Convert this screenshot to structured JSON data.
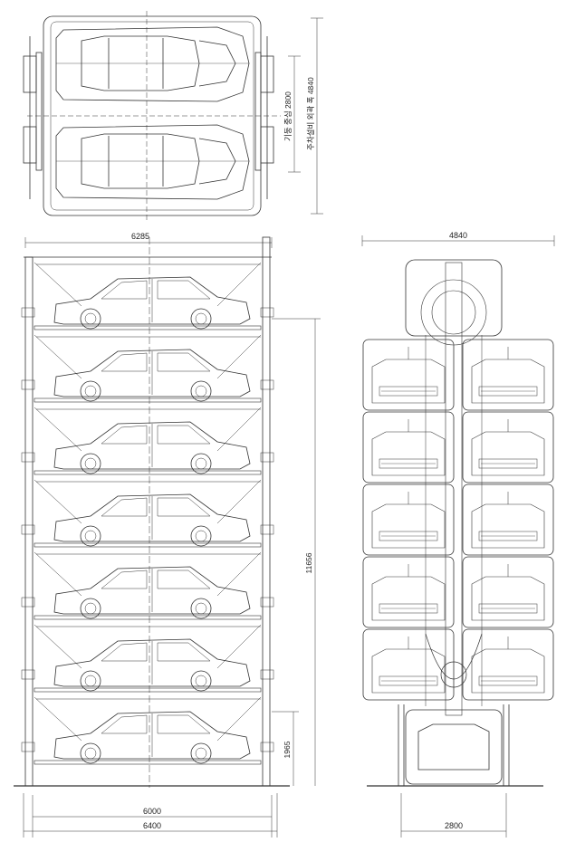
{
  "top_view": {
    "dim_vertical_label": "주차설비 외곽 폭 4840",
    "dim_inner_label": "기둥 중심 2800"
  },
  "front_view": {
    "dim_top": "6285",
    "dim_height": "11656",
    "dim_bottom_gap": "1965",
    "dim_inner_width": "6000",
    "dim_outer_width": "6400",
    "car_levels": 7
  },
  "side_view": {
    "dim_top": "4840",
    "dim_bottom": "2800"
  }
}
